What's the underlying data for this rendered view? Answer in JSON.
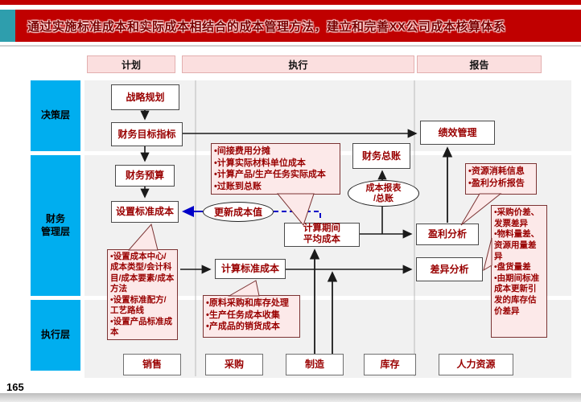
{
  "slide": {
    "title": "通过实施标准成本和实际成本相结合的成本管理方法，建立和完善XX公司成本核算体系",
    "page_number": "165"
  },
  "colors": {
    "banner_red": "#C00000",
    "teal_accent": "#2E9EAD",
    "header_pink": "#FBDFDF",
    "band_gray": "#F1F1F1",
    "row_label_blue": "#00AEEF",
    "box_text_red": "#990000",
    "callout_pink": "#FCE9E9",
    "connector_blue": "#0000C8"
  },
  "columns": [
    {
      "label": "计划"
    },
    {
      "label": "执行"
    },
    {
      "label": "报告"
    }
  ],
  "rows": [
    {
      "label": "决策层"
    },
    {
      "label": "财务\n管理层"
    },
    {
      "label": "执行层"
    }
  ],
  "boxes": {
    "strategic_planning": {
      "label": "战略规划"
    },
    "financial_targets": {
      "label": "财务目标指标"
    },
    "financial_budget": {
      "label": "财务预算"
    },
    "set_standard_cost": {
      "label": "设置标准成本"
    },
    "calc_standard_cost": {
      "label": "计算标准成本"
    },
    "calc_period_avg_cost": {
      "label": "计算期间\n平均成本"
    },
    "financial_ledger": {
      "label": "财务总账"
    },
    "performance_mgmt": {
      "label": "绩效管理"
    },
    "profit_analysis": {
      "label": "盈利分析"
    },
    "variance_analysis": {
      "label": "差异分析"
    }
  },
  "ellipses": {
    "update_cost_value": {
      "label": "更新成本值"
    },
    "cost_report_ledger": {
      "label": "成本报表\n/总账"
    }
  },
  "callouts": {
    "indirect": {
      "lines": [
        "•间接费用分摊",
        "•计算实际材料单位成本",
        "•计算产品/生产任务实际成本",
        "•过账到总账"
      ]
    },
    "setup": {
      "lines": [
        "•设置成本中心/成本类型/会计科目/成本要素/成本方法",
        "•设置标准配方/工艺路线",
        "•设置产品标准成本"
      ]
    },
    "material": {
      "lines": [
        "•原料采购和库存处理",
        "•生产任务成本收集",
        "•产成品的销货成本"
      ]
    },
    "resource": {
      "lines": [
        "•资源消耗信息",
        "•盈利分析报告"
      ]
    },
    "variance_detail": {
      "lines": [
        "•采购价差、发票差异",
        "•物料量差、资源用量差异",
        "•盘货量差",
        "•由期间标准成本更新引发的库存估价差异"
      ]
    }
  },
  "bottom_row": [
    {
      "label": "销售"
    },
    {
      "label": "采购"
    },
    {
      "label": "制造"
    },
    {
      "label": "库存"
    },
    {
      "label": "人力资源"
    }
  ]
}
